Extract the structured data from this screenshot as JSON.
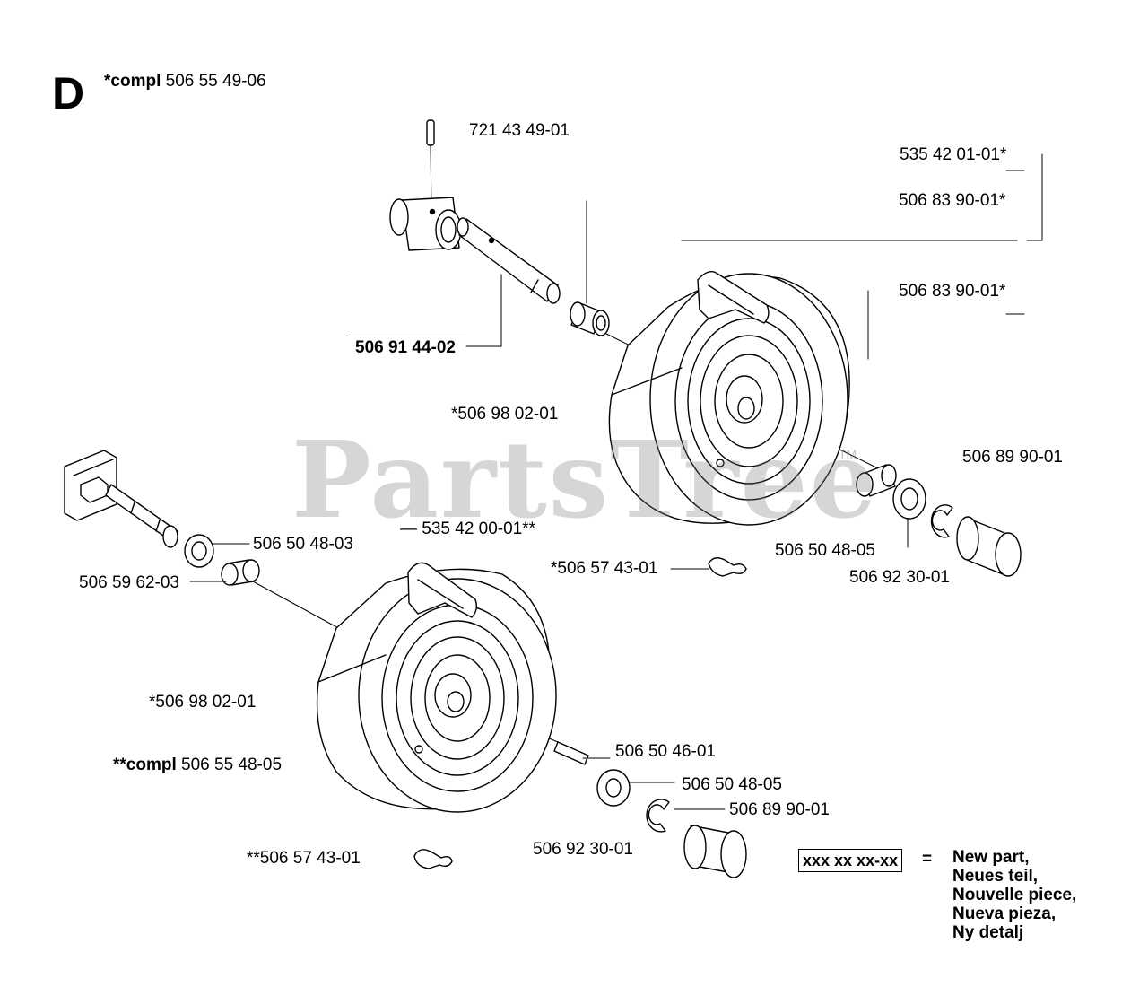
{
  "diagram": {
    "section_letter": "D",
    "assemblies": {
      "upper": {
        "marker": "*compl",
        "number": "506 55 49-06"
      },
      "lower": {
        "marker": "**compl",
        "number": "506 55 48-05"
      }
    },
    "part_labels": {
      "p_721_43_49_01": "721 43 49-01",
      "p_535_42_01_01": "535 42 01-01*",
      "p_506_83_90_01_a": "506 83 90-01*",
      "p_506_83_90_01_b": "506 83 90-01*",
      "p_506_91_44_02": "506 91 44-02",
      "p_506_98_02_01_upper": "*506 98 02-01",
      "p_506_89_90_01_upper": "506 89 90-01",
      "p_535_42_00_01": "535 42 00-01**",
      "p_506_50_48_03": "506 50 48-03",
      "p_506_59_62_03": "506 59 62-03",
      "p_506_57_43_01_upper": "*506 57 43-01",
      "p_506_50_48_05_upper": "506 50 48-05",
      "p_506_92_30_01_upper": "506 92 30-01",
      "p_506_98_02_01_lower": "*506 98 02-01",
      "p_506_50_46_01": "506 50 46-01",
      "p_506_50_48_05_lower": "506 50 48-05",
      "p_506_89_90_01_lower": "506 89 90-01",
      "p_506_92_30_01_lower": "506 92 30-01",
      "p_506_57_43_01_lower": "**506 57 43-01"
    },
    "watermark": "PartsTree",
    "watermark_mark": "TM",
    "legend": {
      "sample": "xxx xx xx-xx",
      "equals": "=",
      "translations": [
        "New part,",
        "Neues teil,",
        "Nouvelle piece,",
        "Nueva pieza,",
        "Ny detalj"
      ]
    }
  }
}
